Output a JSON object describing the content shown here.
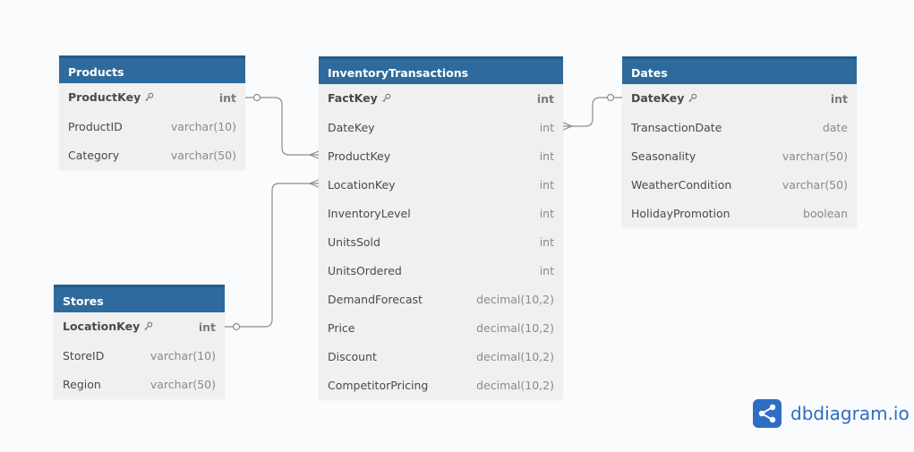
{
  "tables": {
    "products": {
      "name": "Products",
      "columns": [
        {
          "name": "ProductKey",
          "type": "int",
          "pk": true
        },
        {
          "name": "ProductID",
          "type": "varchar(10)",
          "pk": false
        },
        {
          "name": "Category",
          "type": "varchar(50)",
          "pk": false
        }
      ]
    },
    "inventory": {
      "name": "InventoryTransactions",
      "columns": [
        {
          "name": "FactKey",
          "type": "int",
          "pk": true
        },
        {
          "name": "DateKey",
          "type": "int",
          "pk": false
        },
        {
          "name": "ProductKey",
          "type": "int",
          "pk": false
        },
        {
          "name": "LocationKey",
          "type": "int",
          "pk": false
        },
        {
          "name": "InventoryLevel",
          "type": "int",
          "pk": false
        },
        {
          "name": "UnitsSold",
          "type": "int",
          "pk": false
        },
        {
          "name": "UnitsOrdered",
          "type": "int",
          "pk": false
        },
        {
          "name": "DemandForecast",
          "type": "decimal(10,2)",
          "pk": false
        },
        {
          "name": "Price",
          "type": "decimal(10,2)",
          "pk": false
        },
        {
          "name": "Discount",
          "type": "decimal(10,2)",
          "pk": false
        },
        {
          "name": "CompetitorPricing",
          "type": "decimal(10,2)",
          "pk": false
        }
      ]
    },
    "dates": {
      "name": "Dates",
      "columns": [
        {
          "name": "DateKey",
          "type": "int",
          "pk": true
        },
        {
          "name": "TransactionDate",
          "type": "date",
          "pk": false
        },
        {
          "name": "Seasonality",
          "type": "varchar(50)",
          "pk": false
        },
        {
          "name": "WeatherCondition",
          "type": "varchar(50)",
          "pk": false
        },
        {
          "name": "HolidayPromotion",
          "type": "boolean",
          "pk": false
        }
      ]
    },
    "stores": {
      "name": "Stores",
      "columns": [
        {
          "name": "LocationKey",
          "type": "int",
          "pk": true
        },
        {
          "name": "StoreID",
          "type": "varchar(10)",
          "pk": false
        },
        {
          "name": "Region",
          "type": "varchar(50)",
          "pk": false
        }
      ]
    }
  },
  "relationships": [
    {
      "from": "Products.ProductKey",
      "to": "InventoryTransactions.ProductKey",
      "type": "one-to-many"
    },
    {
      "from": "Dates.DateKey",
      "to": "InventoryTransactions.DateKey",
      "type": "one-to-many"
    },
    {
      "from": "Stores.LocationKey",
      "to": "InventoryTransactions.LocationKey",
      "type": "one-to-many"
    }
  ],
  "brand": {
    "text": "dbdiagram.io",
    "icon": "share-nodes-icon"
  },
  "colors": {
    "header": "#2e6b9c",
    "header_top": "#1e5d8f",
    "row_bg": "#f0f0f0",
    "link": "#8c8c8c",
    "brand": "#2d6ec4"
  }
}
